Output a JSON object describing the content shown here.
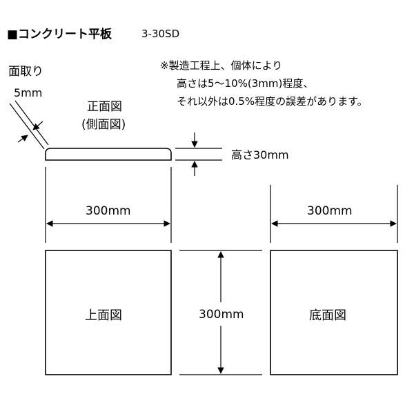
{
  "header": {
    "title": "■コンクリート平板",
    "model": "3-30SD"
  },
  "notes": [
    "※製造工程上、個体により",
    "高さは5～10%(3mm)程度、",
    "それ以外は0.5%程度の誤差があります。"
  ],
  "front_view": {
    "title": "正面図",
    "subtitle": "(側面図)",
    "chamfer_label": "面取り",
    "chamfer_size": "5mm",
    "thickness_label": "高さ30mm",
    "width_label": "300mm"
  },
  "top_view": {
    "label": "上面図",
    "height_label": "300mm"
  },
  "bottom_view": {
    "label": "底面図",
    "width_label": "300mm"
  },
  "colors": {
    "line": "#000000",
    "background": "#ffffff"
  }
}
